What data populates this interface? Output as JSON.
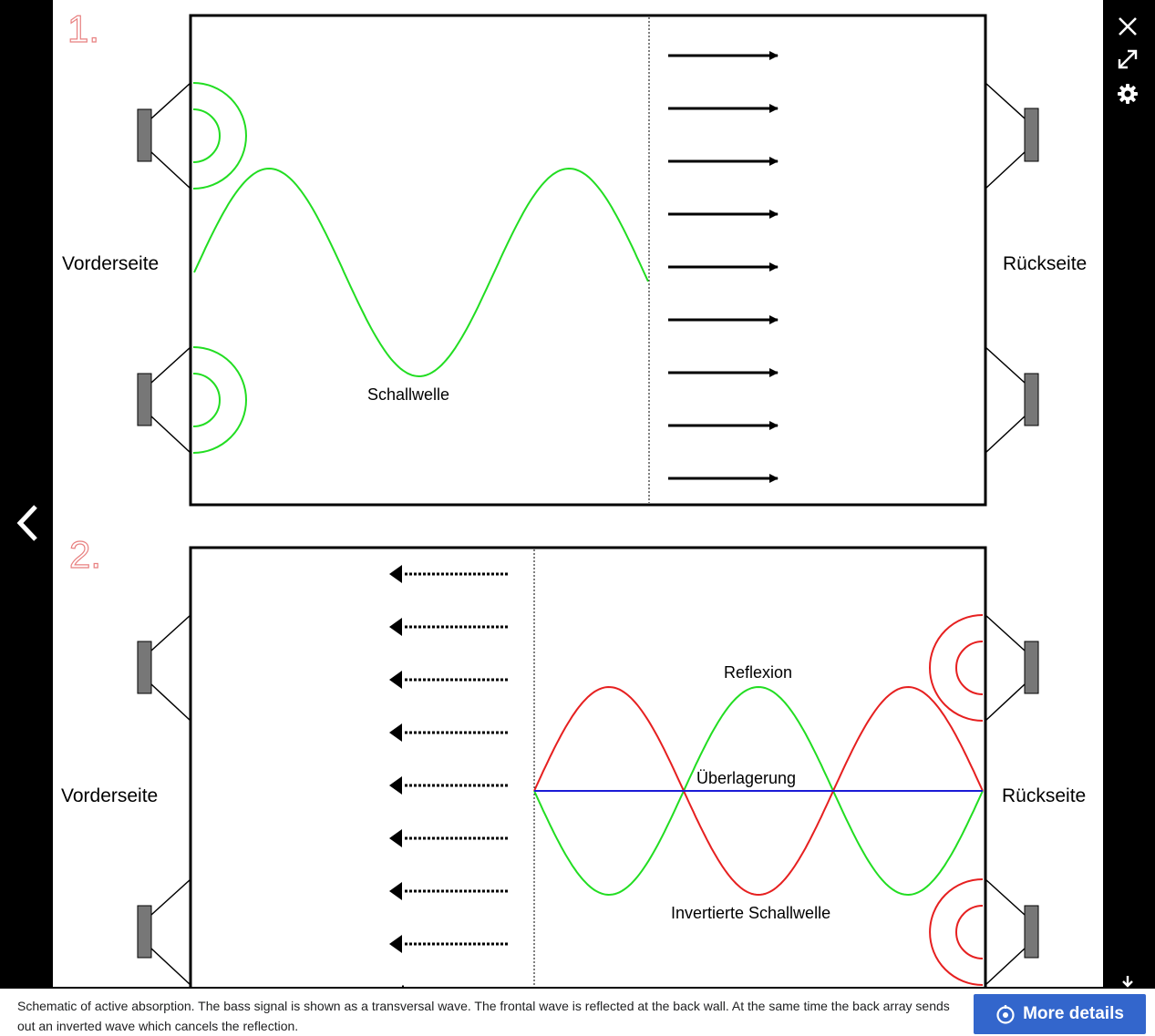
{
  "diagram": {
    "panel1": {
      "number": "1.",
      "front_label": "Vorderseite",
      "back_label": "Rückseite",
      "wave_label": "Schallwelle"
    },
    "panel2": {
      "number": "2.",
      "front_label": "Vorderseite",
      "back_label": "Rückseite",
      "reflection_label": "Reflexion",
      "superposition_label": "Überlagerung",
      "inverted_label": "Invertierte Schallwelle"
    },
    "colors": {
      "wave": "#22dd22",
      "inverted_wave": "#e62020",
      "superposition": "#1a1ad6",
      "panel_number": "#e88080",
      "speaker": "#777777"
    }
  },
  "controls": {
    "close_icon": "close-icon",
    "fullscreen_icon": "fullscreen-icon",
    "settings_icon": "gear-icon",
    "previous_icon": "chevron-left-icon",
    "download_icon": "download-icon"
  },
  "caption": {
    "text": "Schematic of active absorption. The bass signal is shown as a transversal wave. The frontal wave is reflected at the back wall. At the same time the back array sends out an inverted wave which cancels the reflection.",
    "more_details_label": "More details"
  }
}
